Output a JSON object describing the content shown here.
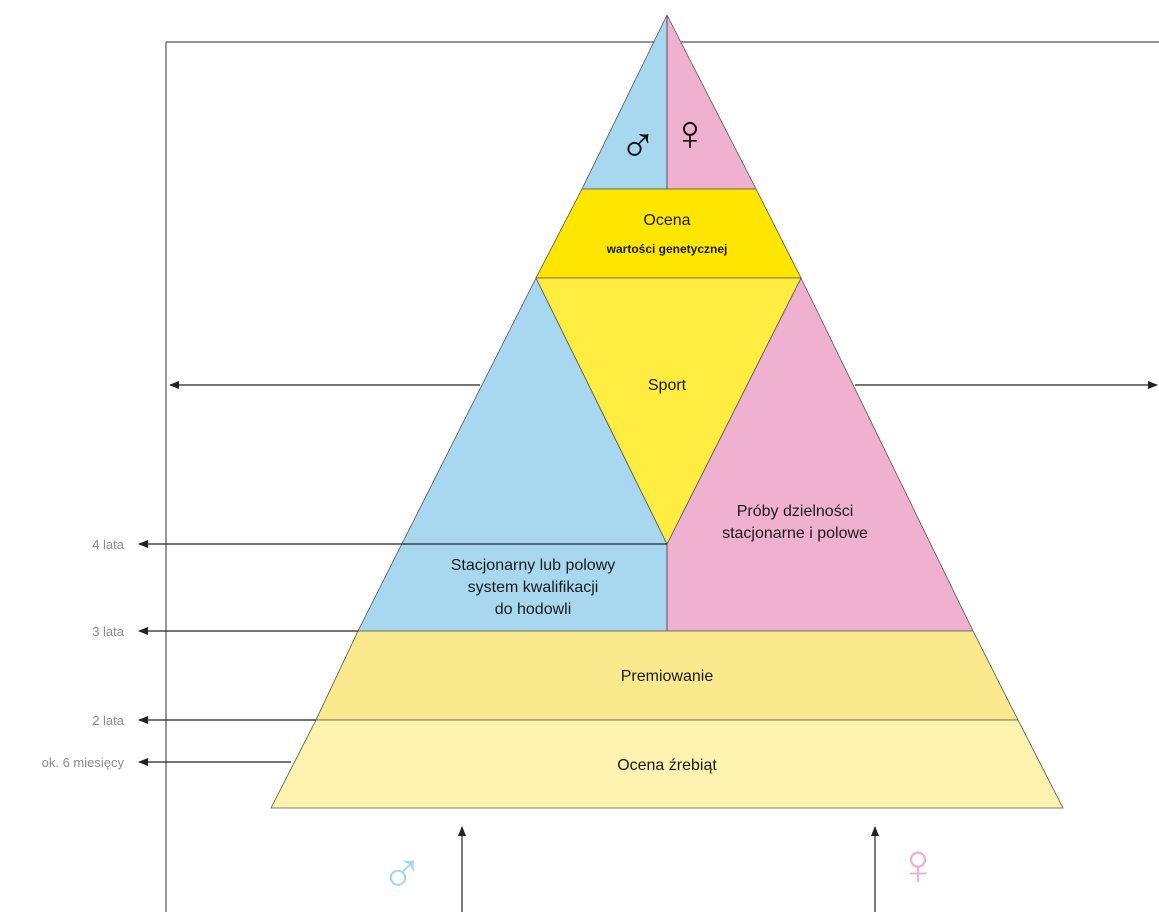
{
  "colors": {
    "male": "#a8d8f0",
    "female": "#f0b0d0",
    "yellow_strong": "#ffe600",
    "yellow_mid": "#ffec40",
    "yellow_light": "#fbe98e",
    "yellow_pale": "#fdf2ae",
    "line": "#333333",
    "age_text": "#8c8c8c"
  },
  "symbols": {
    "male": "♂",
    "female": "♀"
  },
  "levels": {
    "top": {
      "line1": "Ocena",
      "line2": "wartości genetycznej"
    },
    "sport": "Sport",
    "male_box": {
      "line1": "Stacjonarny lub polowy",
      "line2": "system kwalifikacji",
      "line3": "do hodowli"
    },
    "female_box": {
      "line1": "Próby dzielności",
      "line2": "stacjonarne i polowe"
    },
    "premium": "Premiowanie",
    "foals": "Ocena źrebiąt"
  },
  "ages": {
    "a4": "4 lata",
    "a3": "3 lata",
    "a2": "2 lata",
    "a6m": "ok. 6 miesięcy"
  }
}
